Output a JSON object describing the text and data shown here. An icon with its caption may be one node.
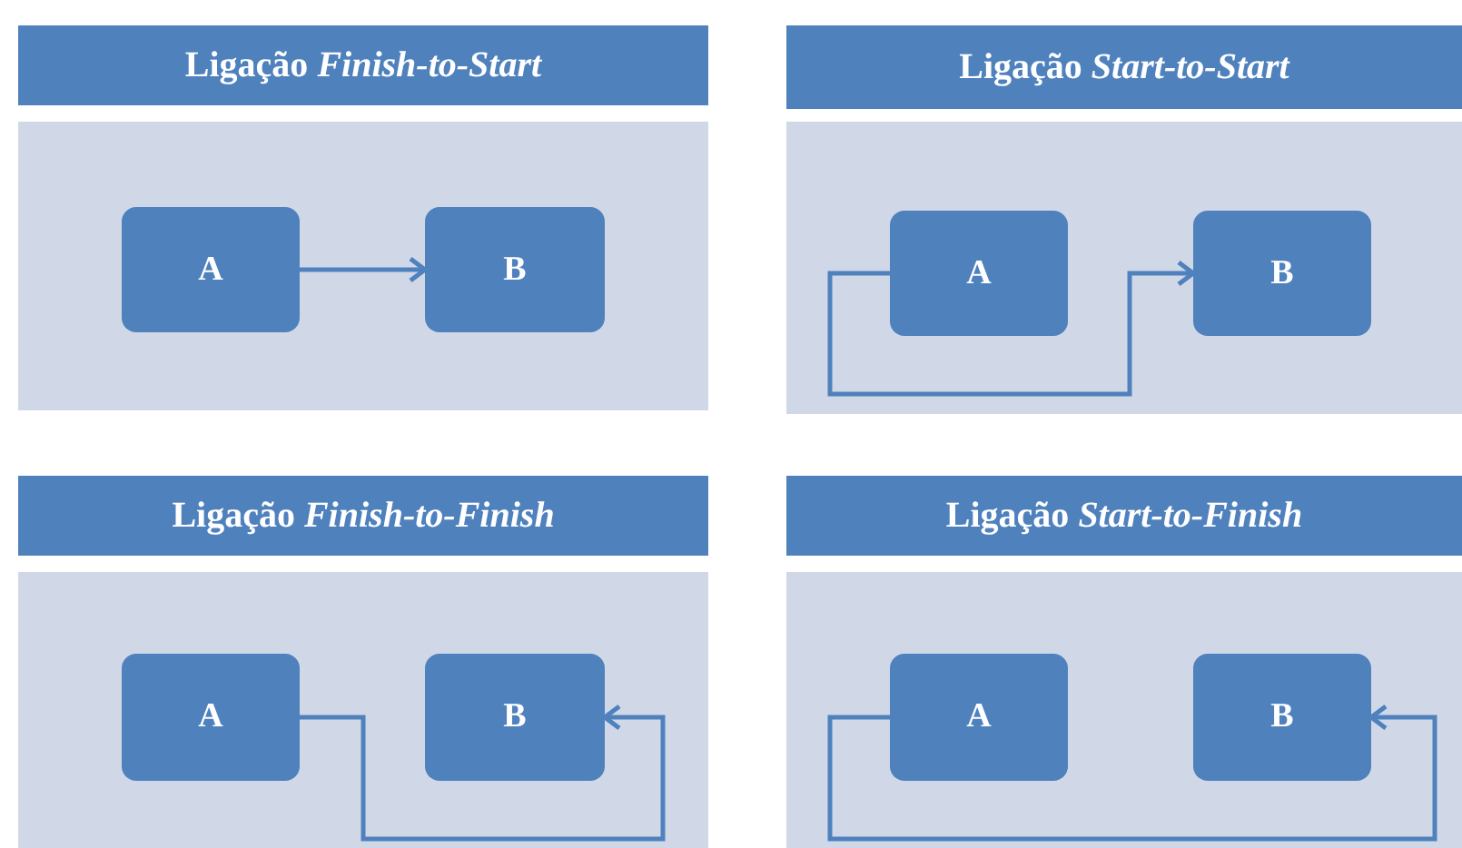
{
  "diagram": {
    "nodes": [
      {
        "text": [
          "Ligação *Finish-to-Start*"
        ]
      },
      {
        "text": [],
        "shape": "box"
      },
      {
        "text": [
          "A"
        ],
        "in": 1
      },
      {
        "text": [
          "B"
        ],
        "in": 1
      },
      {
        "text": [
          "Ligação *Start-to-Start*"
        ]
      },
      {
        "text": [],
        "shape": "box"
      },
      {
        "text": [
          "A"
        ],
        "in": 5
      },
      {
        "text": [
          "B"
        ],
        "in": 5
      },
      {
        "text": [
          "Ligação *Finish-to-Finish*"
        ]
      },
      {
        "text": [],
        "shape": "box"
      },
      {
        "text": [
          "A"
        ],
        "in": 9
      },
      {
        "text": [
          "B"
        ],
        "in": 9
      },
      {
        "text": [
          "Ligação *Start-to-Finish*"
        ]
      },
      {
        "text": [],
        "shape": "box"
      },
      {
        "text": [
          "A"
        ],
        "in": 13
      },
      {
        "text": [
          "B"
        ],
        "in": 13
      }
    ],
    "edges": [
      {
        "from": 2,
        "to": 3,
        "arrow": "to"
      },
      {
        "from": 6,
        "to": 7,
        "arrow": "to"
      },
      {
        "from": 10,
        "to": 11,
        "arrow": "to"
      },
      {
        "from": 14,
        "to": 15,
        "arrow": "to"
      }
    ]
  }
}
